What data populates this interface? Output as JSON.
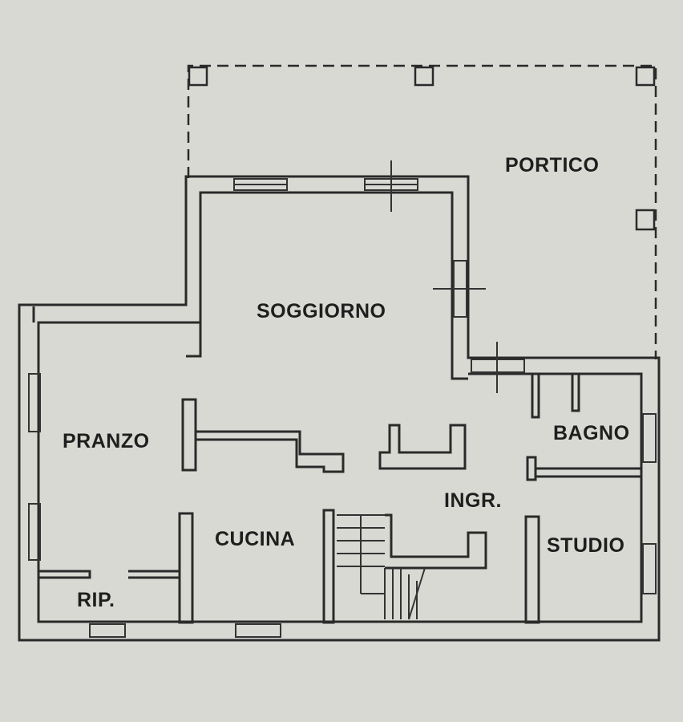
{
  "plan": {
    "rooms": {
      "portico": "PORTICO",
      "soggiorno": "SOGGIORNO",
      "pranzo": "PRANZO",
      "bagno": "BAGNO",
      "ingresso": "INGR.",
      "cucina": "CUCINA",
      "studio": "STUDIO",
      "ripostiglio": "RIP."
    }
  }
}
